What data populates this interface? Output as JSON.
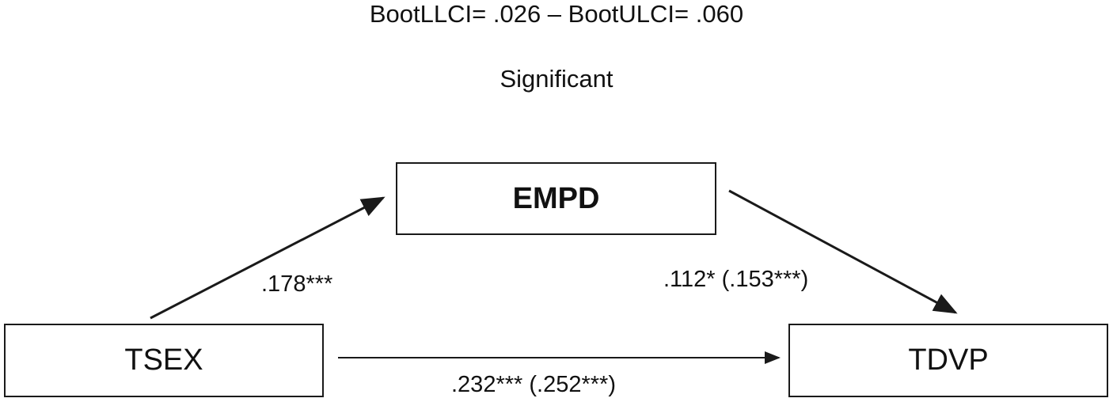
{
  "header": {
    "ci_text": "BootLLCI= .026 – BootULCI= .060",
    "significance_text": "Significant"
  },
  "nodes": {
    "predictor": "TSEX",
    "mediator": "EMPD",
    "outcome": "TDVP"
  },
  "paths": {
    "a_label": ".178***",
    "b_label": ".112* (.153***)",
    "c_label": ".232*** (.252***)"
  },
  "colors": {
    "line": "#1a1a1a",
    "text": "#111111",
    "background": "#ffffff"
  }
}
